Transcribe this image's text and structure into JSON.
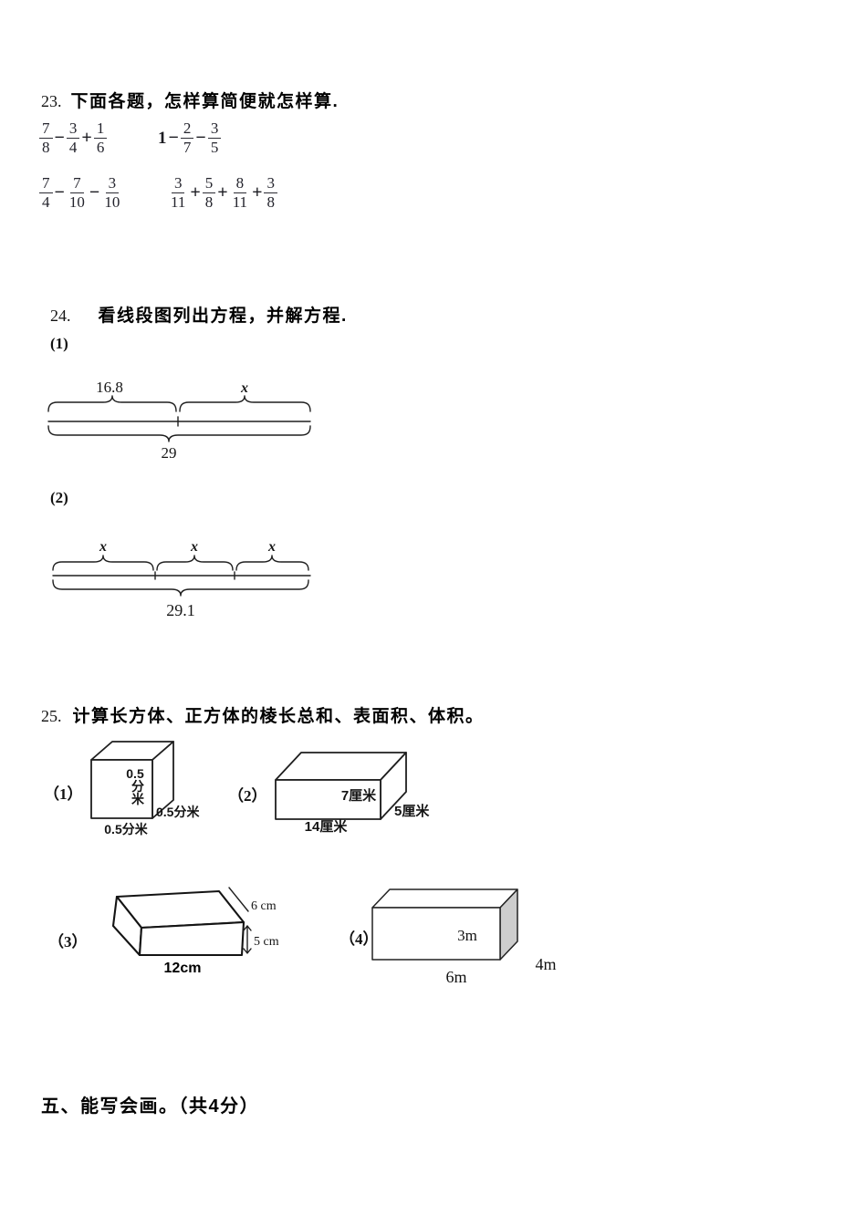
{
  "q23": {
    "number": "23.",
    "title": "下面各题，怎样算简便就怎样算.",
    "expressions": [
      "7/8 − 3/4 + 1/6",
      "1 − 2/7 − 3/5",
      "7/4 − 7/10 − 3/10",
      "3/11 + 5/8 + 8/11 + 3/8"
    ]
  },
  "q24": {
    "number": "24.",
    "title": "看线段图列出方程，并解方程.",
    "parts": [
      {
        "label": "(1)",
        "seg1": "16.8",
        "seg2": "x",
        "total": "29"
      },
      {
        "label": "(2)",
        "seg1": "x",
        "seg2": "x",
        "seg3": "x",
        "total": "29.1"
      }
    ]
  },
  "q25": {
    "number": "25.",
    "title": "计算长方体、正方体的棱长总和、表面积、体积。",
    "figures": [
      {
        "label": "（1）",
        "face_line1": "0.5",
        "face_line2": "分",
        "face_line3": "米",
        "depth": "0.5分米",
        "width": "0.5分米"
      },
      {
        "label": "（2）",
        "height": "7厘米",
        "depth": "5厘米",
        "width": "14厘米"
      },
      {
        "label": "（3）",
        "depth": "6 cm",
        "height": "5 cm",
        "width": "12cm"
      },
      {
        "label": "（4）",
        "height": "3m",
        "width": "6m",
        "depth": "4m"
      }
    ]
  },
  "section5": {
    "title": "五、能写会画。（共4分）"
  }
}
